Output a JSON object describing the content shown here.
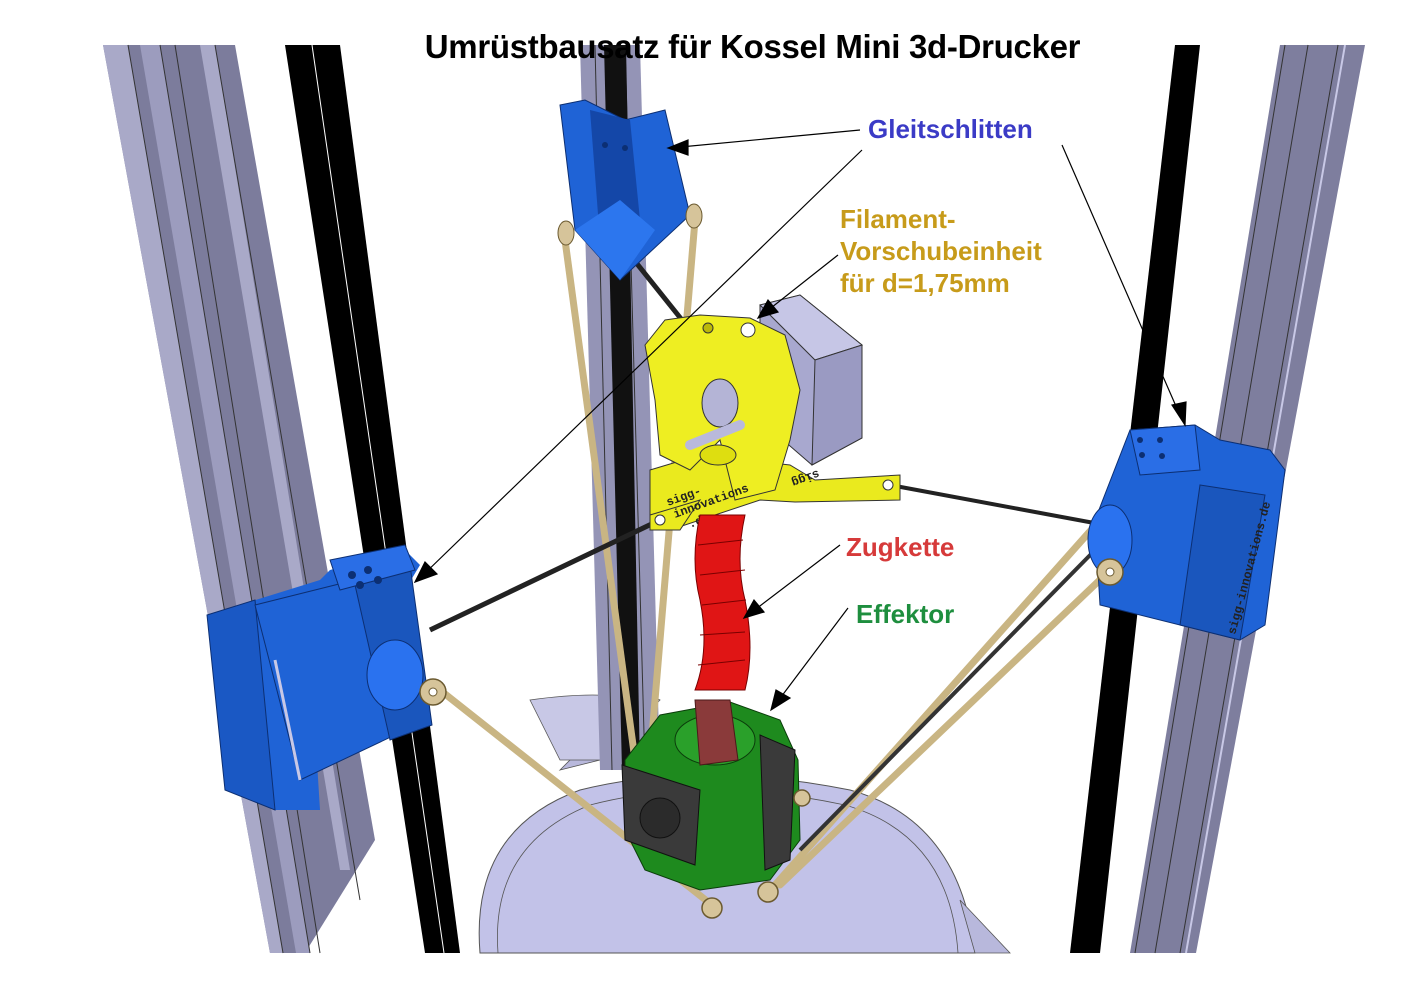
{
  "title": "Umrüstbausatz für Kossel Mini 3d-Drucker",
  "labels": {
    "gleitschlitten": {
      "text": "Gleitschlitten",
      "color": "#3b3bc6"
    },
    "filament": {
      "lines": [
        "Filament-",
        "Vorschubeinheit",
        "für d=1,75mm"
      ],
      "color": "#c79b1a"
    },
    "zugkette": {
      "text": "Zugkette",
      "color": "#d63a3a"
    },
    "effektor": {
      "text": "Effektor",
      "color": "#1e8e3e"
    }
  },
  "engravings": {
    "yellow_mount": [
      "sigg-",
      "innovations",
      ".de"
    ],
    "yellow_arm": "sigg",
    "right_carriage": "sigg-innovations.de"
  },
  "colors": {
    "rail": "#8a8aa6",
    "rail_dark": "#6d6d8a",
    "rail_light": "#a9a9c8",
    "belt": "#000000",
    "carriage": "#1f63d6",
    "carriage_dark": "#1447a8",
    "extruder": "#eeee22",
    "motor": "#b4b4d6",
    "chain": "#e01515",
    "effector": "#1e8a1e",
    "fan": "#3a3a3a",
    "rod": "#d6c49a",
    "rod_dark": "#333333",
    "bed": "#c2c2e8"
  }
}
